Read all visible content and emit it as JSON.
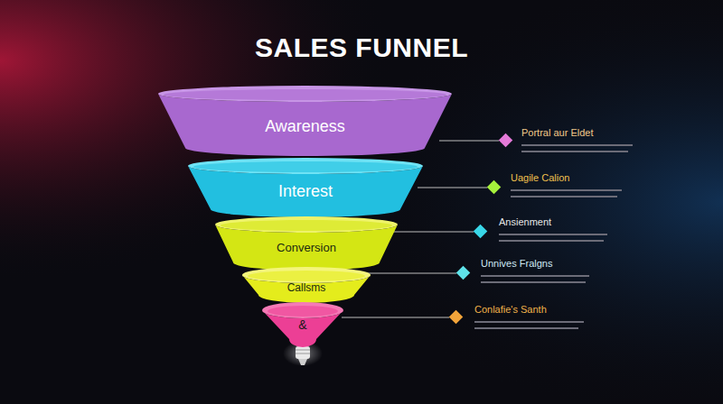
{
  "diagram": {
    "title": "SALES FUNNEL",
    "nodes": [
      {
        "text": [
          "Awareness"
        ]
      },
      {
        "text": [
          "Interest"
        ]
      },
      {
        "text": [
          "Conversion"
        ]
      },
      {
        "text": [
          "Callsms"
        ]
      },
      {
        "text": [
          "&"
        ]
      }
    ],
    "labels": [
      "Portral aur Eldet",
      "Uagile Calion",
      "Ansienment",
      "Unnives Fralgns",
      "Conlafie's Santh"
    ]
  }
}
